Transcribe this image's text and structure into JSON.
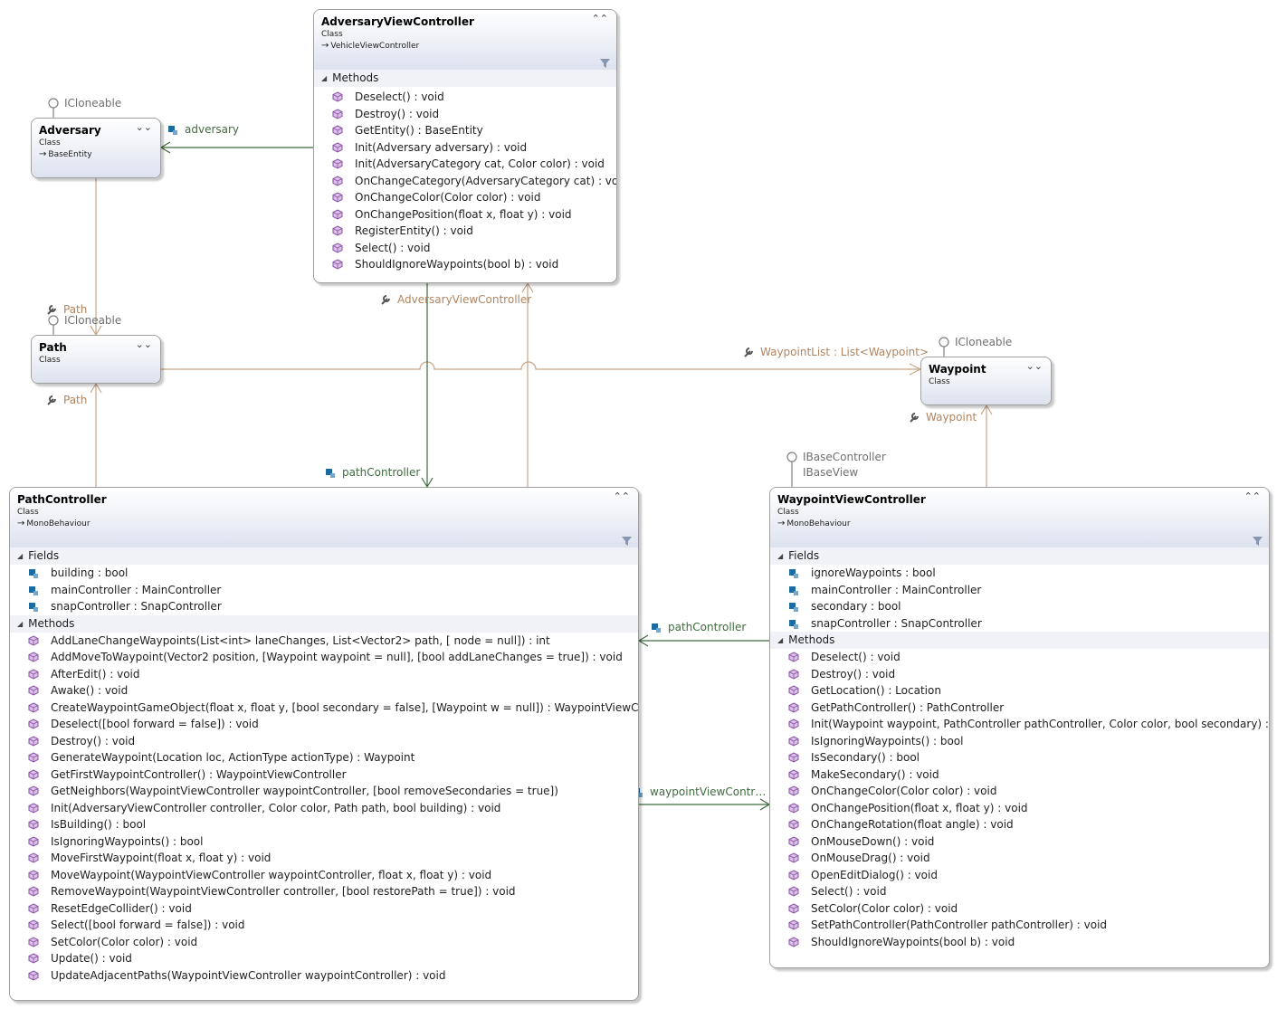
{
  "classes": {
    "adversary": {
      "name": "Adversary",
      "kind": "Class",
      "base": "BaseEntity",
      "interface": "ICloneable"
    },
    "path": {
      "name": "Path",
      "kind": "Class",
      "interface": "ICloneable"
    },
    "waypoint": {
      "name": "Waypoint",
      "kind": "Class",
      "interface": "ICloneable"
    },
    "adversary_view_controller": {
      "name": "AdversaryViewController",
      "kind": "Class",
      "base": "VehicleViewController",
      "methods_label": "Methods",
      "methods": [
        "Deselect() : void",
        "Destroy() : void",
        "GetEntity() : BaseEntity",
        "Init(Adversary adversary) : void",
        "Init(AdversaryCategory cat, Color color) : void",
        "OnChangeCategory(AdversaryCategory cat) : void",
        "OnChangeColor(Color color) : void",
        "OnChangePosition(float x, float y) : void",
        "RegisterEntity() : void",
        "Select() : void",
        "ShouldIgnoreWaypoints(bool b) : void"
      ]
    },
    "path_controller": {
      "name": "PathController",
      "kind": "Class",
      "base": "MonoBehaviour",
      "fields_label": "Fields",
      "methods_label": "Methods",
      "fields": [
        "building : bool",
        "mainController : MainController",
        "snapController : SnapController"
      ],
      "methods": [
        "AddLaneChangeWaypoints(List<int> laneChanges, List<Vector2> path, [ node = null]) : int",
        "AddMoveToWaypoint(Vector2 position, [Waypoint waypoint = null], [bool addLaneChanges = true]) : void",
        "AfterEdit() : void",
        "Awake() : void",
        "CreateWaypointGameObject(float x, float y, [bool secondary = false], [Waypoint w = null]) : WaypointViewController",
        "Deselect([bool forward = false]) : void",
        "Destroy() : void",
        "GenerateWaypoint(Location loc, ActionType actionType) : Waypoint",
        "GetFirstWaypointController() : WaypointViewController",
        "GetNeighbors(WaypointViewController waypointController, [bool removeSecondaries = true])",
        "Init(AdversaryViewController controller, Color color, Path path, bool building) : void",
        "IsBuilding() : bool",
        "IsIgnoringWaypoints() : bool",
        "MoveFirstWaypoint(float x, float y) : void",
        "MoveWaypoint(WaypointViewController waypointController, float x, float y) : void",
        "RemoveWaypoint(WaypointViewController controller, [bool restorePath = true]) : void",
        "ResetEdgeCollider() : void",
        "Select([bool forward = false]) : void",
        "SetColor(Color color) : void",
        "Update() : void",
        "UpdateAdjacentPaths(WaypointViewController waypointController) : void"
      ]
    },
    "waypoint_view_controller": {
      "name": "WaypointViewController",
      "kind": "Class",
      "base": "MonoBehaviour",
      "interfaces": [
        "IBaseController",
        "IBaseView"
      ],
      "fields_label": "Fields",
      "methods_label": "Methods",
      "fields": [
        "ignoreWaypoints : bool",
        "mainController : MainController",
        "secondary : bool",
        "snapController : SnapController"
      ],
      "methods": [
        "Deselect() : void",
        "Destroy() : void",
        "GetLocation() : Location",
        "GetPathController() : PathController",
        "Init(Waypoint waypoint, PathController pathController, Color color, bool secondary) : void",
        "IsIgnoringWaypoints() : bool",
        "IsSecondary() : bool",
        "MakeSecondary() : void",
        "OnChangeColor(Color color) : void",
        "OnChangePosition(float x, float y) : void",
        "OnChangeRotation(float angle) : void",
        "OnMouseDown() : void",
        "OnMouseDrag() : void",
        "OpenEditDialog() : void",
        "Select() : void",
        "SetColor(Color color) : void",
        "SetPathController(PathController pathController) : void",
        "ShouldIgnoreWaypoints(bool b) : void"
      ]
    }
  },
  "labels": {
    "adversary_assoc": "adversary",
    "path_on_adversary": "Path",
    "path_from_controller": "Path",
    "avc_property": "AdversaryViewController",
    "waypoint_list": "WaypointList : List<Waypoint>",
    "waypoint_prop": "Waypoint",
    "path_controller_assoc_top": "pathController",
    "path_controller_assoc_right": "pathController",
    "waypoint_view_controller_assoc": "waypointViewContr…"
  },
  "colors": {
    "association_line": "#3f6b3f",
    "property_line": "#c7a486",
    "border": "#a0a0a0",
    "member_icon": "#8a4fa6",
    "field_icon": "#1b6aa0"
  }
}
